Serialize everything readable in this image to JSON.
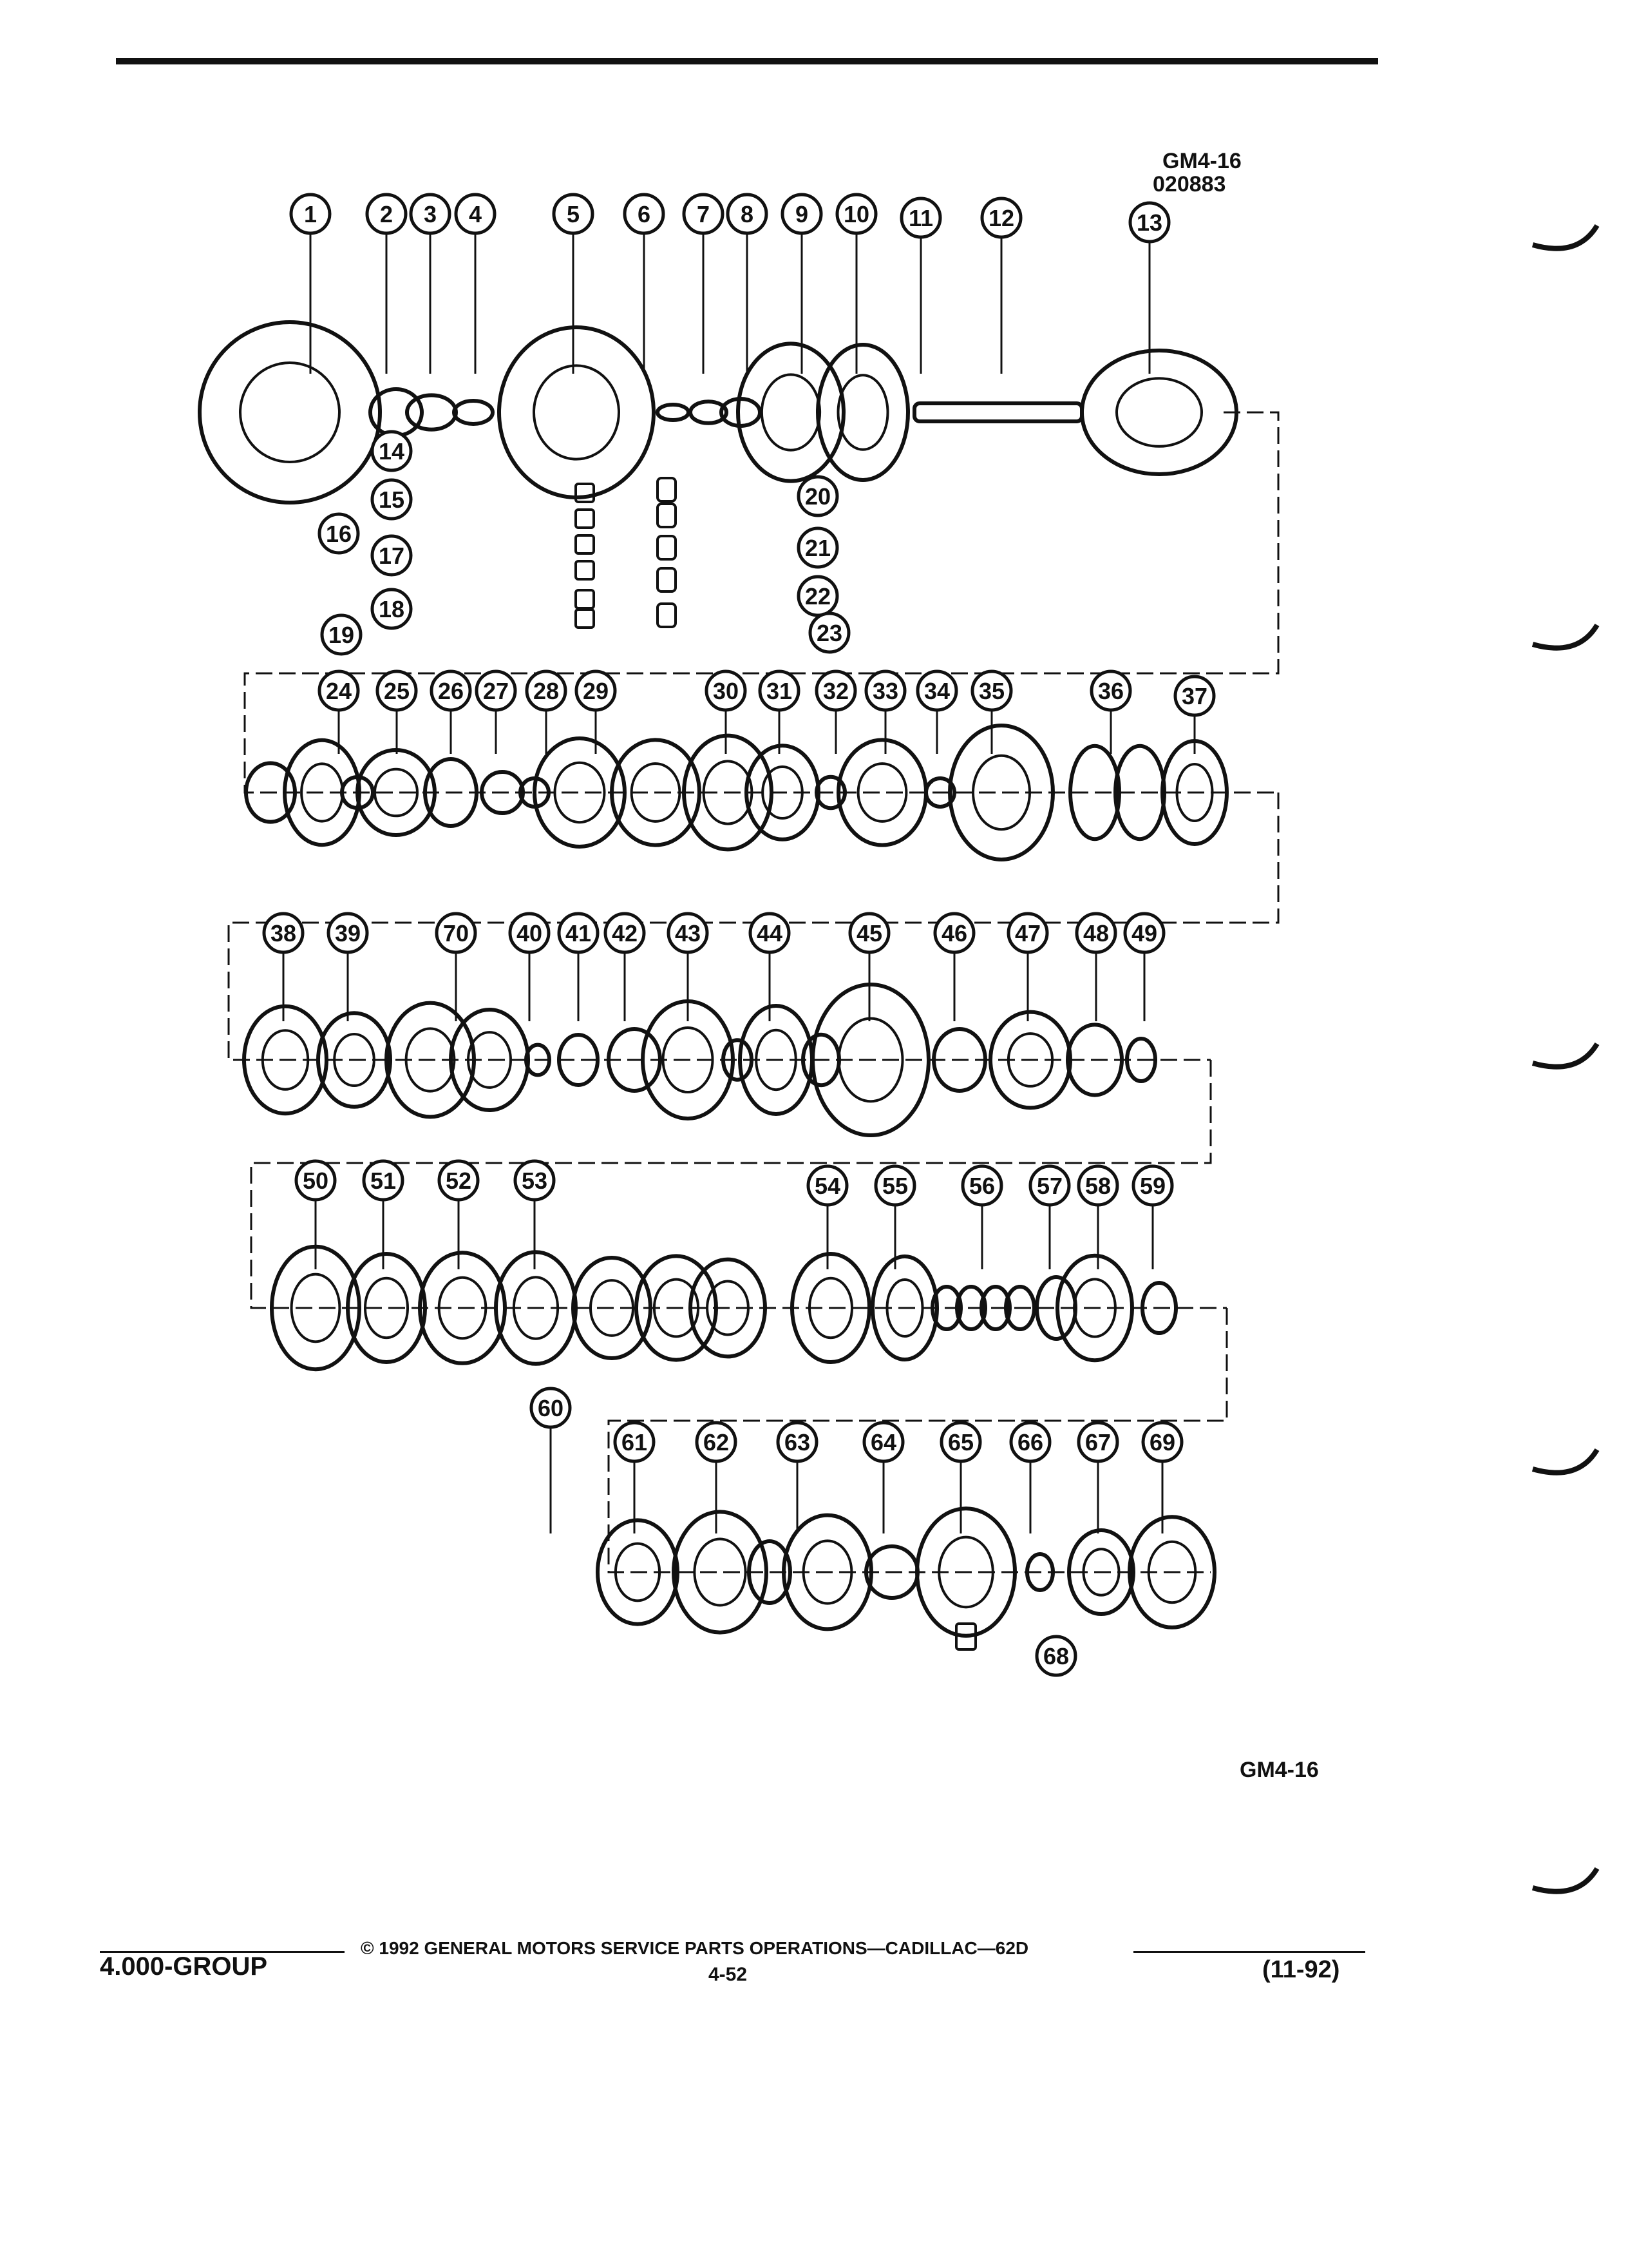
{
  "header": {
    "figure_code_top": "GM4-16",
    "figure_number": "020883"
  },
  "figure_code_bottom": "GM4-16",
  "callouts": [
    "1",
    "2",
    "3",
    "4",
    "5",
    "6",
    "7",
    "8",
    "9",
    "10",
    "11",
    "12",
    "13",
    "14",
    "15",
    "16",
    "17",
    "18",
    "19",
    "20",
    "21",
    "22",
    "23",
    "24",
    "25",
    "26",
    "27",
    "28",
    "29",
    "30",
    "31",
    "32",
    "33",
    "34",
    "35",
    "36",
    "37",
    "38",
    "39",
    "70",
    "40",
    "41",
    "42",
    "43",
    "44",
    "45",
    "46",
    "47",
    "48",
    "49",
    "50",
    "51",
    "52",
    "53",
    "54",
    "55",
    "56",
    "57",
    "58",
    "59",
    "60",
    "61",
    "62",
    "63",
    "64",
    "65",
    "66",
    "67",
    "69",
    "68"
  ],
  "footer": {
    "group": "4.000-GROUP",
    "copyright": "© 1992 GENERAL MOTORS SERVICE PARTS OPERATIONS—CADILLAC—62D",
    "page": "4-52",
    "date": "(11-92)"
  },
  "colors": {
    "ink": "#111111",
    "paper": "#ffffff"
  }
}
